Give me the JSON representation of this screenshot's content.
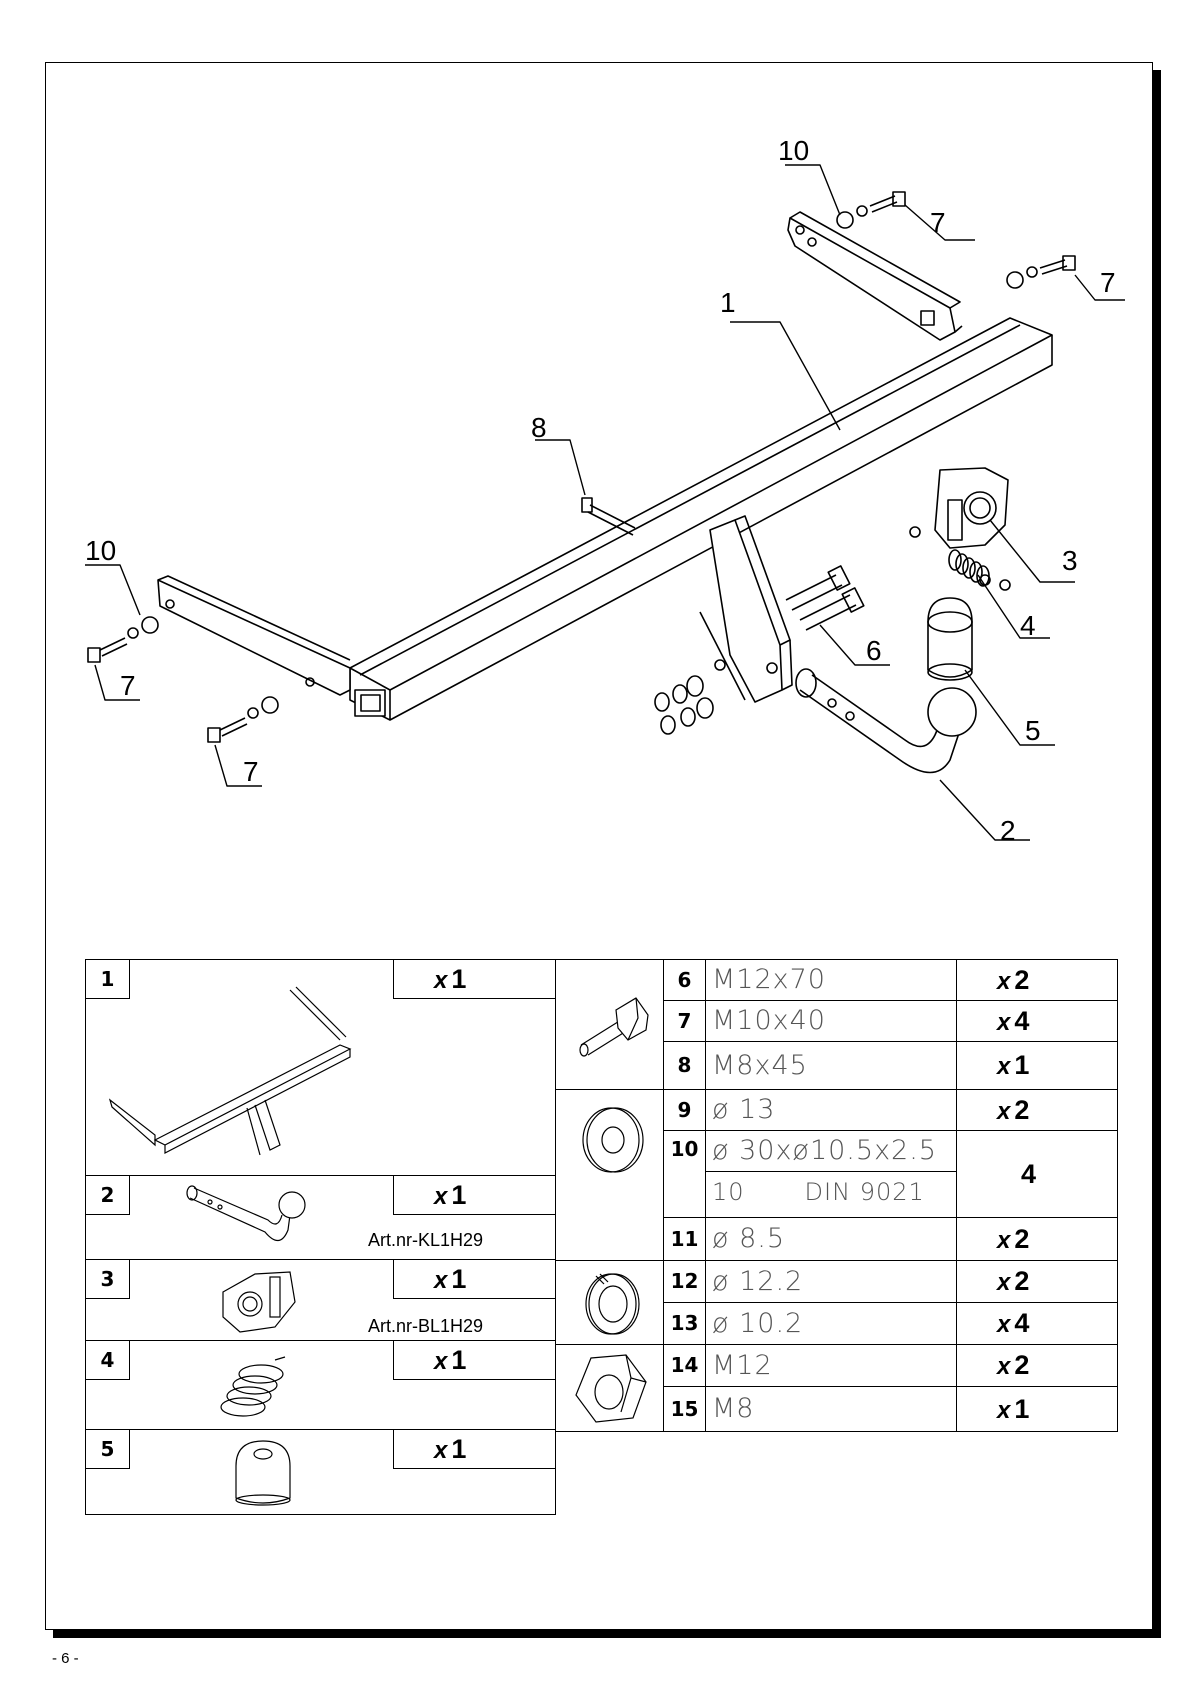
{
  "page_number": "- 6 -",
  "callouts": {
    "c1": "1",
    "c2": "2",
    "c3": "3",
    "c4": "4",
    "c5": "5",
    "c6": "6",
    "c7a": "7",
    "c7b": "7",
    "c7c": "7",
    "c7d": "7",
    "c8": "8",
    "c10a": "10",
    "c10b": "10"
  },
  "assemblies": [
    {
      "id": "1",
      "qty_prefix": "x",
      "qty": "1",
      "art": ""
    },
    {
      "id": "2",
      "qty_prefix": "x",
      "qty": "1",
      "art": "Art.nr-KL1H29"
    },
    {
      "id": "3",
      "qty_prefix": "x",
      "qty": "1",
      "art": "Art.nr-BL1H29"
    },
    {
      "id": "4",
      "qty_prefix": "x",
      "qty": "1",
      "art": ""
    },
    {
      "id": "5",
      "qty_prefix": "x",
      "qty": "1",
      "art": ""
    }
  ],
  "hardware": [
    {
      "id": "6",
      "spec": "M12x70",
      "qty_prefix": "x",
      "qty": "2"
    },
    {
      "id": "7",
      "spec": "M10x40",
      "qty_prefix": "x",
      "qty": "4"
    },
    {
      "id": "8",
      "spec": "M8x45",
      "qty_prefix": "x",
      "qty": "1"
    },
    {
      "id": "9",
      "spec": "ø 13",
      "qty_prefix": "x",
      "qty": "2"
    },
    {
      "id": "10",
      "spec": "ø 30xø10.5x2.5",
      "spec2a": "10",
      "spec2b": "DIN  9021",
      "qty_prefix": "",
      "qty": "4"
    },
    {
      "id": "11",
      "spec": "ø 8.5",
      "qty_prefix": "x",
      "qty": "2"
    },
    {
      "id": "12",
      "spec": "ø 12.2",
      "qty_prefix": "x",
      "qty": "2"
    },
    {
      "id": "13",
      "spec": "ø 10.2",
      "qty_prefix": "x",
      "qty": "4"
    },
    {
      "id": "14",
      "spec": "M12",
      "qty_prefix": "x",
      "qty": "2"
    },
    {
      "id": "15",
      "spec": "M8",
      "qty_prefix": "x",
      "qty": "1"
    }
  ]
}
